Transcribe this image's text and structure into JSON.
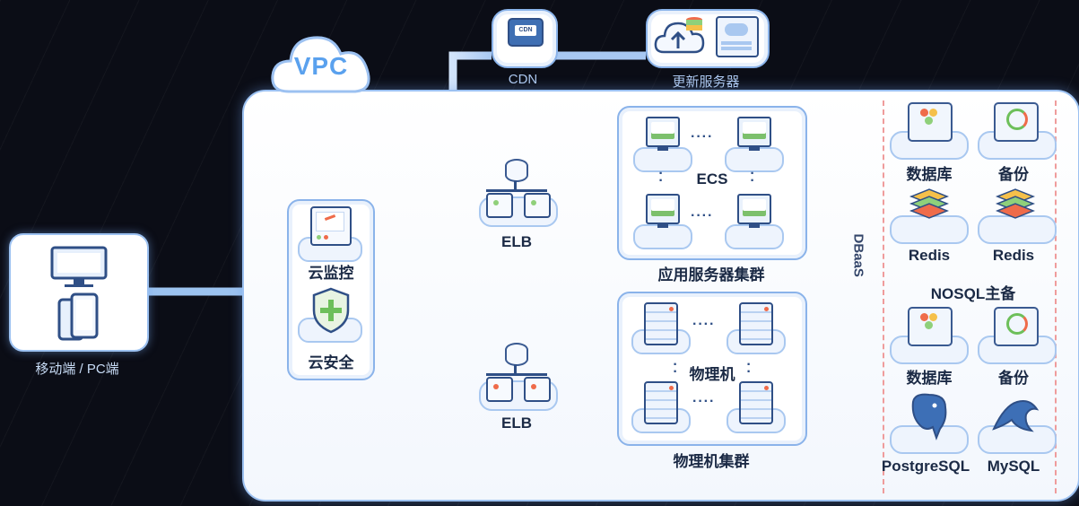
{
  "vpc": {
    "label": "VPC"
  },
  "client": {
    "label": "移动端 / PC端",
    "icons": [
      "desktop-icon",
      "mobile-icon"
    ]
  },
  "top_services": {
    "cdn": "CDN",
    "cdn_badge": "CDN",
    "update_server": "更新服务器"
  },
  "security": {
    "monitor": "云监控",
    "safety": "云安全"
  },
  "elb": {
    "top": "ELB",
    "bottom": "ELB"
  },
  "app_cluster": {
    "inner_label": "ECS",
    "caption": "应用服务器集群",
    "ellipsis": "····"
  },
  "phys_cluster": {
    "inner_label": "物理机",
    "caption": "物理机集群",
    "ellipsis": "····"
  },
  "dbaas": {
    "label": "DBaaS",
    "top_items": [
      {
        "label": "数据库"
      },
      {
        "label": "备份"
      }
    ],
    "redis": [
      {
        "label": "Redis"
      },
      {
        "label": "Redis"
      }
    ],
    "nosql": "NOSQL主备",
    "bottom_items": [
      {
        "label": "数据库"
      },
      {
        "label": "备份"
      }
    ],
    "engines": [
      {
        "label": "PostgreSQL"
      },
      {
        "label": "MySQL"
      }
    ]
  },
  "colors": {
    "link_blue": "#a8c8f2",
    "link_green": "#8fd07a",
    "link_orange": "#f19a7b",
    "accent": "#5aa1ee"
  }
}
